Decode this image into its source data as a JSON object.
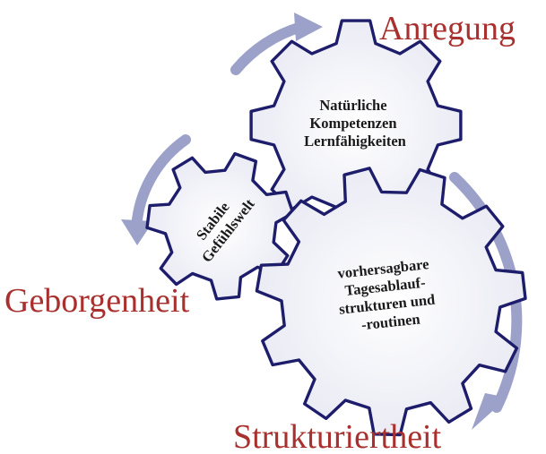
{
  "colors": {
    "label_red": "#a8302e",
    "gear_outline": "#1d1d6b",
    "gear_fill_center": "#ffffff",
    "gear_fill_edge": "#e6e7f2",
    "arrow": "#9ba1c9"
  },
  "labels": {
    "top_right": "Anregung",
    "left": "Geborgenheit",
    "bottom": "Strukturiertheit"
  },
  "gears": {
    "top": {
      "lines": [
        "Natürliche",
        "Kompetenzen",
        "Lernfähigkeiten"
      ]
    },
    "left": {
      "lines": [
        "Stabile",
        "Gefühlswelt"
      ]
    },
    "big": {
      "lines": [
        "vorhersagbare",
        "Tagesablauf-",
        "strukturen und",
        "-routinen"
      ]
    }
  }
}
